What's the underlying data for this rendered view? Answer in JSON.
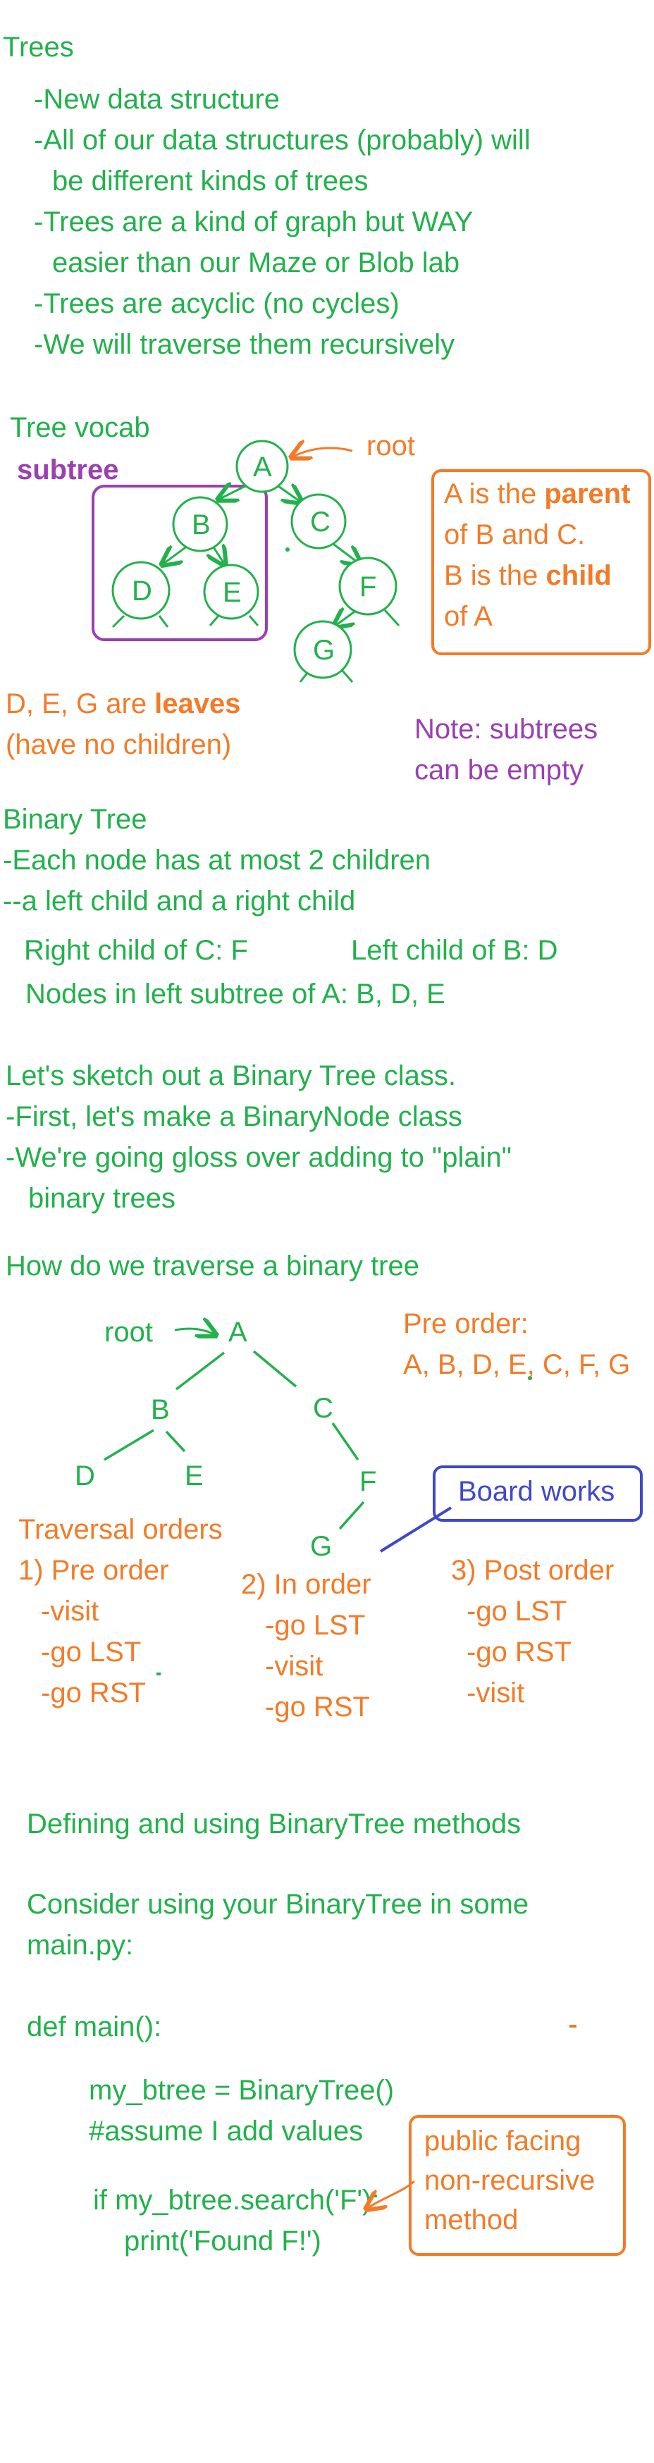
{
  "colors": {
    "green": "#22b14c",
    "orange": "#f37b28",
    "purple": "#9b3fb2",
    "blue": "#3f48cc"
  },
  "intro": {
    "title": "Trees",
    "bullets": [
      "-New data structure",
      "-All of our data structures (probably) will",
      "be different kinds of trees",
      "-Trees are a kind of graph but WAY",
      "easier than our Maze or Blob lab",
      "-Trees are acyclic (no cycles)",
      "-We will traverse them recursively"
    ]
  },
  "vocab": {
    "title": "Tree vocab",
    "subtree_label": "subtree",
    "root_label": "root",
    "nodes": [
      "A",
      "B",
      "C",
      "D",
      "E",
      "F",
      "G"
    ],
    "parent_note": {
      "pre1": "A is the ",
      "parent": "parent",
      "line2": "of B and C.",
      "pre3": "B is the ",
      "child": "child",
      "line4": "of A"
    },
    "leaves_note": {
      "pre": "D, E, G are ",
      "leaves": "leaves",
      "line2": "(have no children)"
    },
    "subtrees_note": [
      "Note: subtrees",
      "can be empty"
    ]
  },
  "binary": {
    "title": "Binary Tree",
    "lines": [
      "-Each node has at most 2 children",
      "--a left child and a right child"
    ],
    "right_child": "Right child of C: F",
    "left_child": "Left child of B: D",
    "left_subtree": "Nodes in left subtree of A: B, D, E"
  },
  "sketch": {
    "lines": [
      "Let's sketch out a Binary Tree class.",
      "-First, let's make a BinaryNode class",
      "-We're going gloss over adding to \"plain\"",
      "binary trees"
    ]
  },
  "traverse": {
    "title": "How do we traverse a binary tree",
    "root_label": "root",
    "nodes": [
      "A",
      "B",
      "C",
      "D",
      "E",
      "F",
      "G"
    ],
    "preorder_label": "Pre order:",
    "preorder_values": "A, B, D, E, C, F, G",
    "board_works": "Board works",
    "orders_title": "Traversal orders",
    "pre": {
      "title": "1) Pre order",
      "steps": [
        "-visit",
        "-go LST",
        "-go RST"
      ]
    },
    "in": {
      "title": "2) In order",
      "steps": [
        "-go LST",
        "-visit",
        "-go RST"
      ]
    },
    "post": {
      "title": "3) Post order",
      "steps": [
        "-go LST",
        "-go RST",
        "-visit"
      ]
    }
  },
  "methods": {
    "title": "Defining and using BinaryTree methods",
    "consider": [
      "Consider using your BinaryTree in some",
      "main.py:"
    ],
    "code": [
      "def main():",
      "my_btree = BinaryTree()",
      "#assume I add values",
      "if my_btree.search('F'):",
      "print('Found F!')"
    ],
    "note": [
      "public facing",
      "non-recursive",
      "method"
    ]
  }
}
